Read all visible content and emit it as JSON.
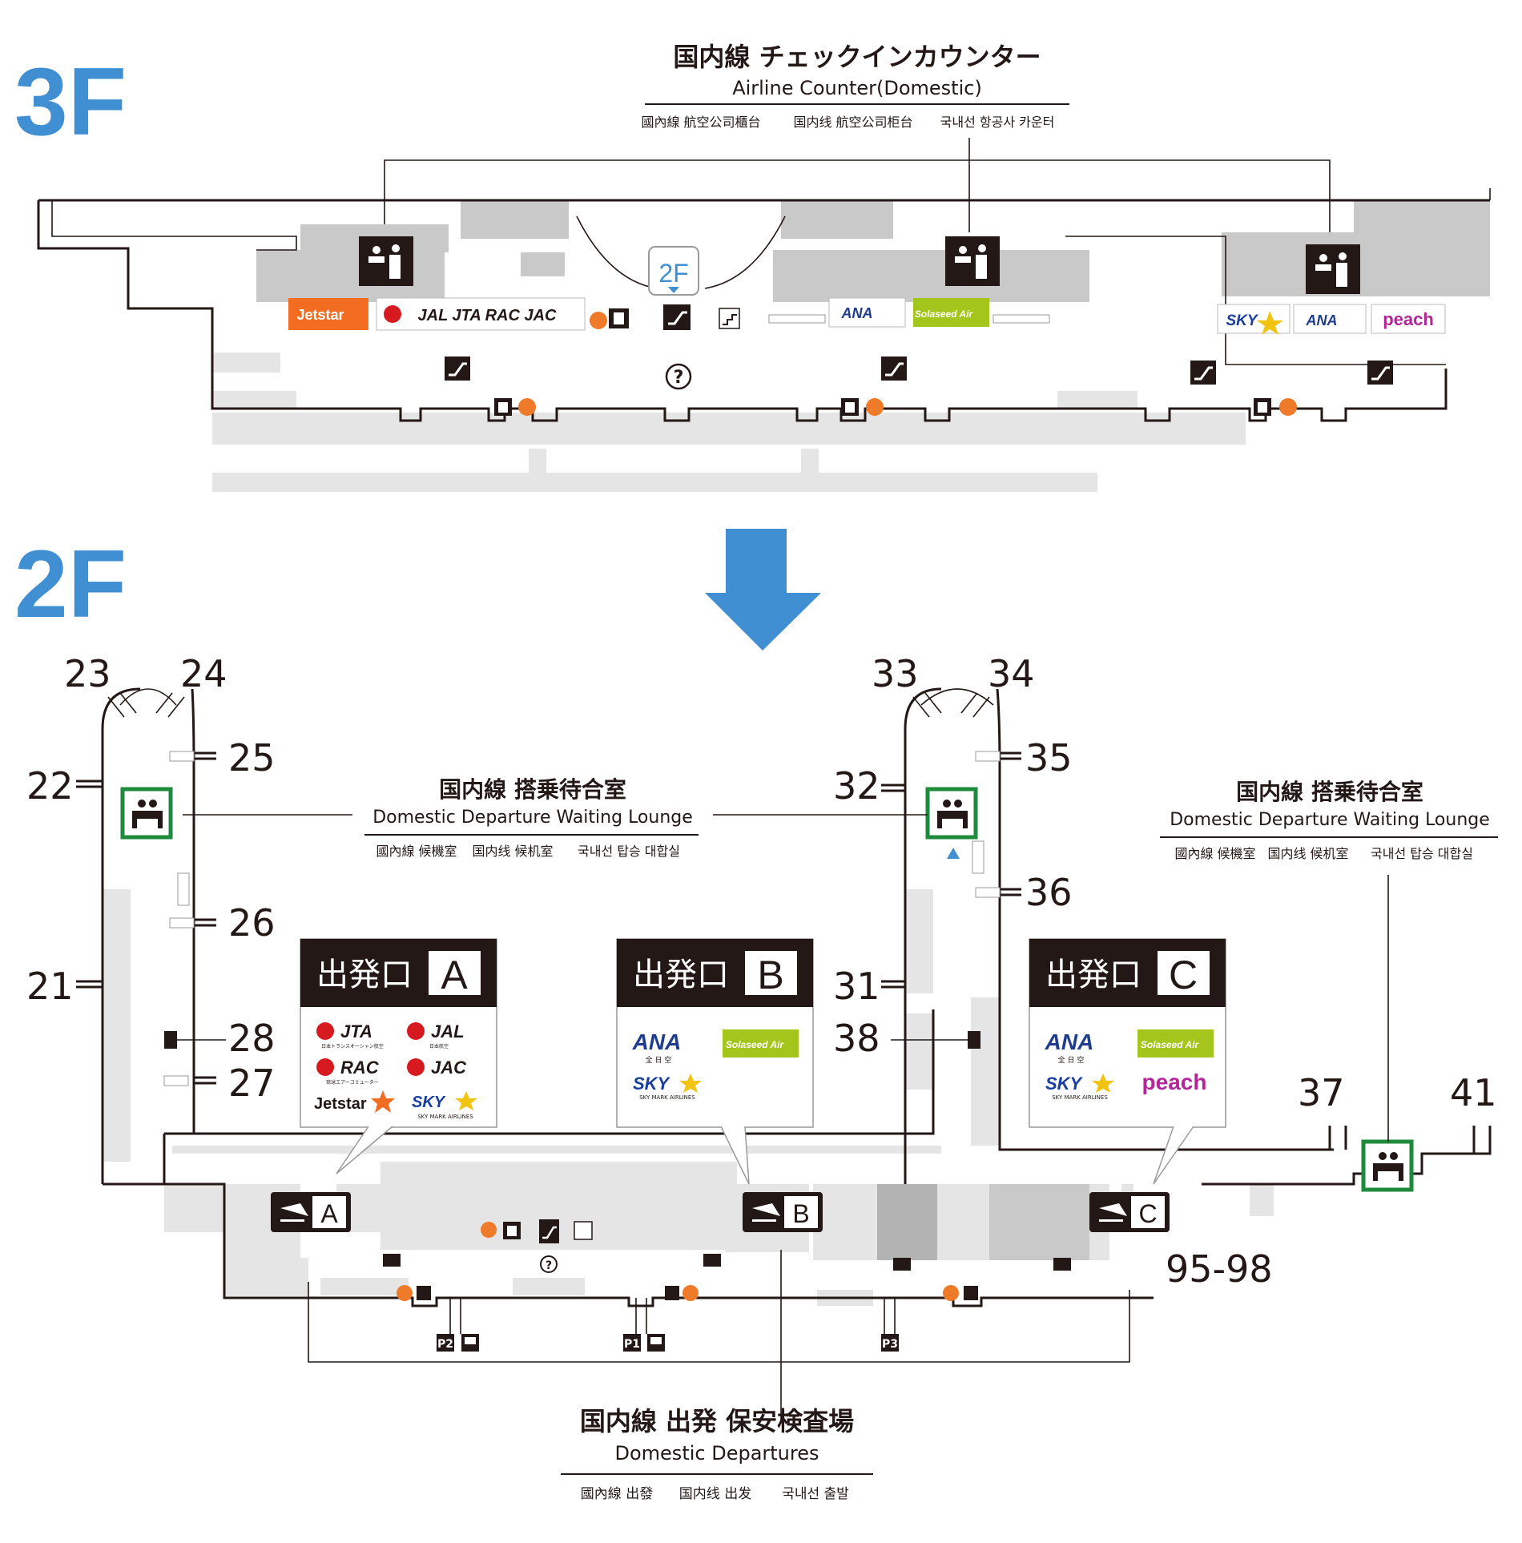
{
  "floors": {
    "upper": "3F",
    "lower": "2F"
  },
  "floor_3f": {
    "counter_title_ja": "国内線 チェックインカウンター",
    "counter_title_en": "Airline Counter(Domestic)",
    "counter_title_zh_tw": "國內線 航空公司櫃台",
    "counter_title_zh_cn": "国内线 航空公司柜台",
    "counter_title_ko": "국내선 항공사 카운터",
    "escalator_marker": "2F",
    "airline_logos_left": [
      "Jetstar",
      "JAL JTA RAC JAC"
    ],
    "airline_logos_center": [
      "ANA",
      "Solaseed Air"
    ],
    "airline_logos_right": [
      "SKY",
      "ANA",
      "peach"
    ]
  },
  "floor_2f": {
    "lounge_left": {
      "title_ja": "国内線 搭乗待合室",
      "title_en": "Domestic Departure Waiting Lounge",
      "title_zh_tw": "國內線 候機室",
      "title_zh_cn": "国内线 候机室",
      "title_ko": "국내선 탑승 대합실"
    },
    "lounge_right": {
      "title_ja": "国内線 搭乗待合室",
      "title_en": "Domestic Departure Waiting Lounge",
      "title_zh_tw": "國內線 候機室",
      "title_zh_cn": "国内线 候机室",
      "title_ko": "국내선 탑승 대합실"
    },
    "gates": {
      "g23": "23",
      "g24": "24",
      "g25": "25",
      "g22": "22",
      "g26": "26",
      "g21": "21",
      "g28": "28",
      "g27": "27",
      "g33": "33",
      "g34": "34",
      "g35": "35",
      "g32": "32",
      "g36": "36",
      "g31": "31",
      "g38": "38",
      "g37": "37",
      "g41": "41",
      "g9598": "95-98"
    },
    "exits": {
      "a": {
        "label": "出発口",
        "letter": "A",
        "airlines": [
          "JTA",
          "JAL",
          "RAC",
          "JAC",
          "Jetstar",
          "SKY"
        ],
        "sublabels": [
          "日本トランスオーシャン航空",
          "日本航空",
          "琉球エアーコミューター",
          "SKY MARK AIRLINES"
        ]
      },
      "b": {
        "label": "出発口",
        "letter": "B",
        "airlines": [
          "ANA",
          "Solaseed Air",
          "SKY"
        ],
        "sublabels": [
          "全 日 空",
          "SKY MARK AIRLINES"
        ]
      },
      "c": {
        "label": "出発口",
        "letter": "C",
        "airlines": [
          "ANA",
          "Solaseed Air",
          "SKY",
          "peach"
        ],
        "sublabels": [
          "全 日 空",
          "SKY MARK AIRLINES"
        ]
      }
    },
    "departures": {
      "title_ja": "国内線 出発 保安検査場",
      "title_en": "Domestic Departures",
      "title_zh_tw": "國內線 出發",
      "title_zh_cn": "国内线 出发",
      "title_ko": "국내선 출발"
    },
    "parking": [
      "P2",
      "P1",
      "P3"
    ]
  },
  "colors": {
    "floor_label": "#3f8fd2",
    "lounge_green": "#1d8a3c",
    "orange_marker": "#ee7a2a",
    "jetstar_orange": "#f26c21",
    "jal_red": "#d71920",
    "ana_blue": "#1e3d8f",
    "solaseed_green": "#a4c51b",
    "peach_purple": "#b4259a",
    "sky_blue": "#1a3ea0",
    "sky_yellow": "#f1c40f"
  },
  "icons": [
    "check-in-counter-icon",
    "escalator-icon",
    "elevator-icon",
    "stairs-icon",
    "information-icon",
    "waiting-lounge-icon",
    "departure-plane-icon",
    "bus-icon",
    "down-arrow-icon"
  ]
}
